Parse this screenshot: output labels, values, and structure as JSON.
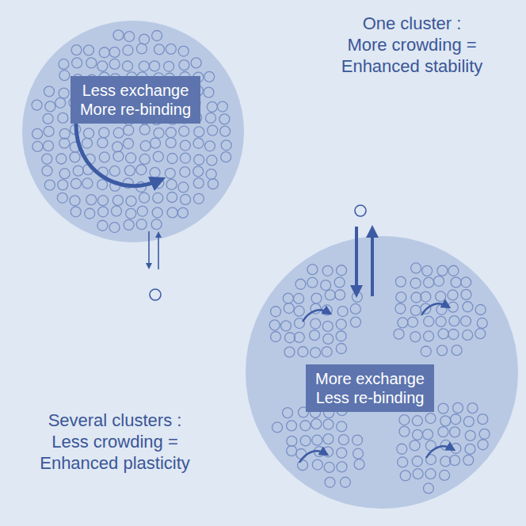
{
  "diagram": {
    "nodes": [
      {
        "text": [
          "Less exchange More re-binding"
        ]
      },
      {
        "text": [
          "More exchange Less re-binding"
        ]
      }
    ],
    "labels": [
      "One cluster : More crowding = Enhanced stability",
      "Several clusters : Less crowding = Enhanced plasticity"
    ]
  }
}
